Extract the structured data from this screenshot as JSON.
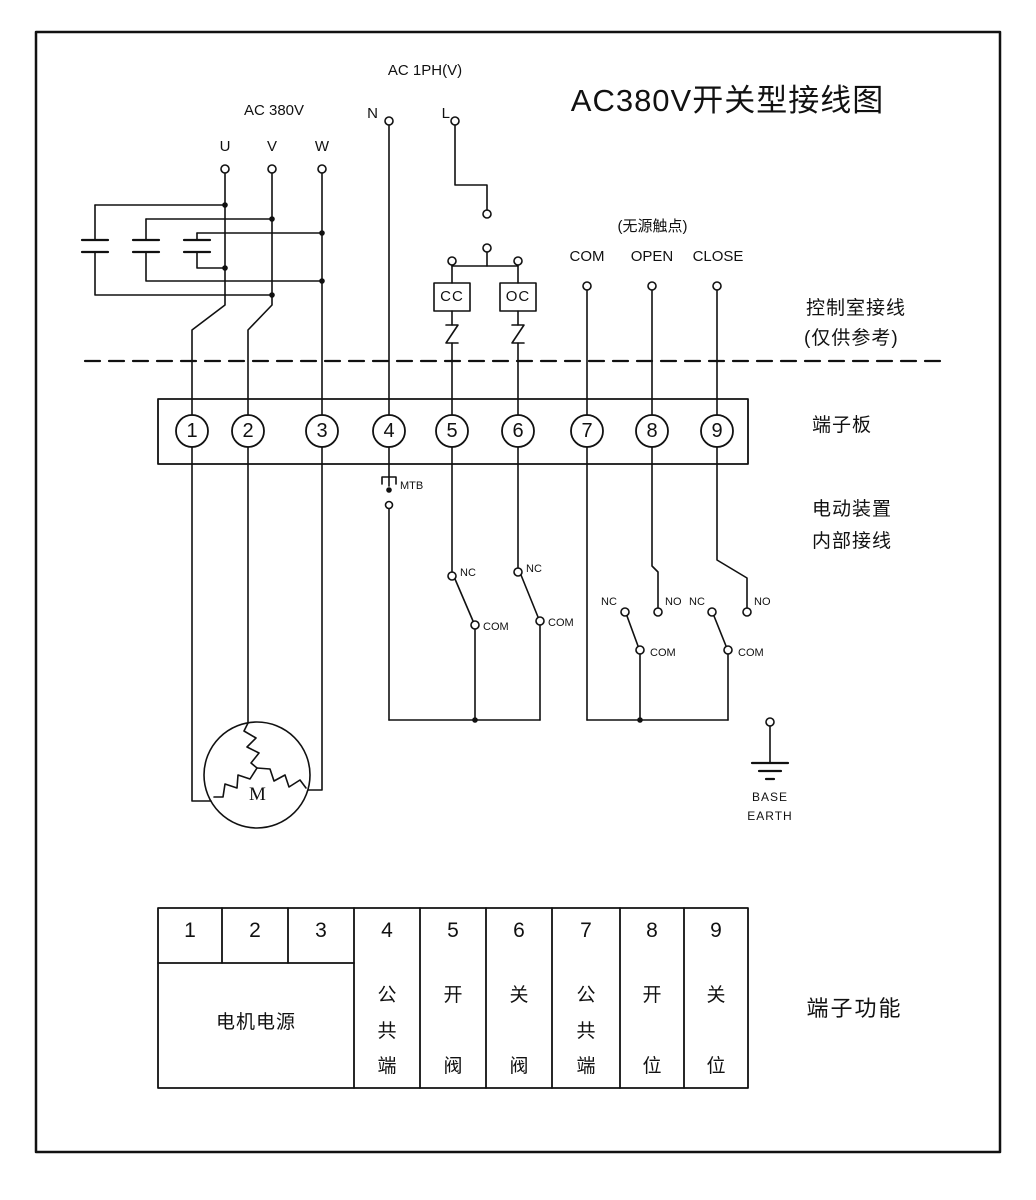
{
  "title": "AC380V开关型接线图",
  "power": {
    "ac380_label": "AC 380V",
    "ac1ph_label": "AC 1PH(V)",
    "phase_u": "U",
    "phase_v": "V",
    "phase_w": "W",
    "neutral": "N",
    "line": "L"
  },
  "control_signals": {
    "passive_contact_note": "(无源触点)",
    "com": "COM",
    "open": "OPEN",
    "close": "CLOSE"
  },
  "annotations": {
    "control_room_line1": "控制室接线",
    "control_room_line2": "(仅供参考)",
    "terminal_board": "端子板",
    "internal_wiring_line1": "电动装置",
    "internal_wiring_line2": "内部接线",
    "terminal_functions": "端子功能"
  },
  "terminals": [
    "1",
    "2",
    "3",
    "4",
    "5",
    "6",
    "7",
    "8",
    "9"
  ],
  "components": {
    "cc": "CC",
    "oc": "OC",
    "mtb": "MTB",
    "motor": "M"
  },
  "switches": {
    "open_circuit": {
      "nc": "NC",
      "com": "COM"
    },
    "close_circuit": {
      "nc": "NC",
      "com": "COM"
    },
    "open_position": {
      "nc": "NC",
      "no": "NO",
      "com": "COM"
    },
    "close_position": {
      "nc": "NC",
      "no": "NO",
      "com": "COM"
    }
  },
  "ground": {
    "label1": "BASE",
    "label2": "EARTH"
  },
  "function_table": {
    "headers": [
      "1",
      "2",
      "3",
      "4",
      "5",
      "6",
      "7",
      "8",
      "9"
    ],
    "motor_power": "电机电源",
    "functions": [
      "公共端",
      "开阀",
      "关阀",
      "公共端",
      "开位",
      "关位"
    ]
  }
}
